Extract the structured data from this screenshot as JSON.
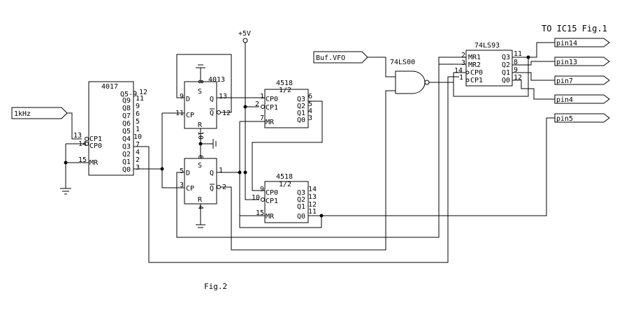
{
  "title": "TO IC15 Fig.1",
  "caption": "Fig.2",
  "power": "+5V",
  "inputs": {
    "clock": "1kHz",
    "vfo": "Buf.VFO"
  },
  "outputs": [
    "pin14",
    "pin13",
    "pin7",
    "pin4",
    "pin5"
  ],
  "ic_4017": {
    "name": "4017",
    "pins_left": [
      {
        "num": "13",
        "label": "CP1"
      },
      {
        "num": "14",
        "label": "CP0"
      },
      {
        "num": "15",
        "label": "MR"
      }
    ],
    "outputs_right": [
      {
        "label": "Q5-9",
        "num": "12"
      },
      {
        "label": "Q9",
        "num": "11"
      },
      {
        "label": "Q8",
        "num": "9"
      },
      {
        "label": "Q7",
        "num": "6"
      },
      {
        "label": "Q6",
        "num": "5"
      },
      {
        "label": "Q5",
        "num": "1"
      },
      {
        "label": "Q4",
        "num": "10"
      },
      {
        "label": "Q3",
        "num": "7"
      },
      {
        "label": "Q2",
        "num": "4"
      },
      {
        "label": "Q1",
        "num": "2"
      },
      {
        "label": "Q0",
        "num": "3"
      }
    ]
  },
  "ic_4013": {
    "name": "4013",
    "ff1": {
      "d_num": "9",
      "cp_num": "11",
      "s_num": "8",
      "r_num": "10",
      "q_num": "13",
      "qn_num": "12",
      "d": "D",
      "cp": "CP",
      "s": "S",
      "r": "R",
      "q": "Q",
      "qn": "Q"
    },
    "ff2": {
      "d_num": "5",
      "cp_num": "3",
      "s_num": "6",
      "r_num": "4",
      "q_num": "1",
      "qn_num": "2",
      "d": "D",
      "cp": "CP",
      "s": "S",
      "r": "R",
      "q": "Q",
      "qn": "Q"
    }
  },
  "ic_4518_a": {
    "name": "4518",
    "half": "1/2",
    "left": [
      {
        "num": "1",
        "label": "CP0"
      },
      {
        "num": "2",
        "label": "CP1"
      },
      {
        "num": "7",
        "label": "MR"
      }
    ],
    "right": [
      {
        "label": "Q3",
        "num": "6"
      },
      {
        "label": "Q2",
        "num": "5"
      },
      {
        "label": "Q1",
        "num": "4"
      },
      {
        "label": "Q0",
        "num": "3"
      }
    ]
  },
  "ic_4518_b": {
    "name": "4518",
    "half": "1/2",
    "left": [
      {
        "num": "9",
        "label": "CP0"
      },
      {
        "num": "10",
        "label": "CP1"
      },
      {
        "num": "15",
        "label": "MR"
      }
    ],
    "right": [
      {
        "label": "Q3",
        "num": "14"
      },
      {
        "label": "Q2",
        "num": "13"
      },
      {
        "label": "Q1",
        "num": "12"
      },
      {
        "label": "Q0",
        "num": "11"
      }
    ]
  },
  "ic_74ls00": {
    "name": "74LS00"
  },
  "ic_74ls93": {
    "name": "74LS93",
    "left": [
      {
        "num": "2",
        "label": "MR1"
      },
      {
        "num": "3",
        "label": "MR2"
      },
      {
        "num": "14",
        "label": "CP0"
      },
      {
        "num": "1",
        "label": "CP1"
      }
    ],
    "right": [
      {
        "label": "Q3",
        "num": "11"
      },
      {
        "label": "Q2",
        "num": "8"
      },
      {
        "label": "Q1",
        "num": "9"
      },
      {
        "label": "Q0",
        "num": "12"
      }
    ]
  }
}
